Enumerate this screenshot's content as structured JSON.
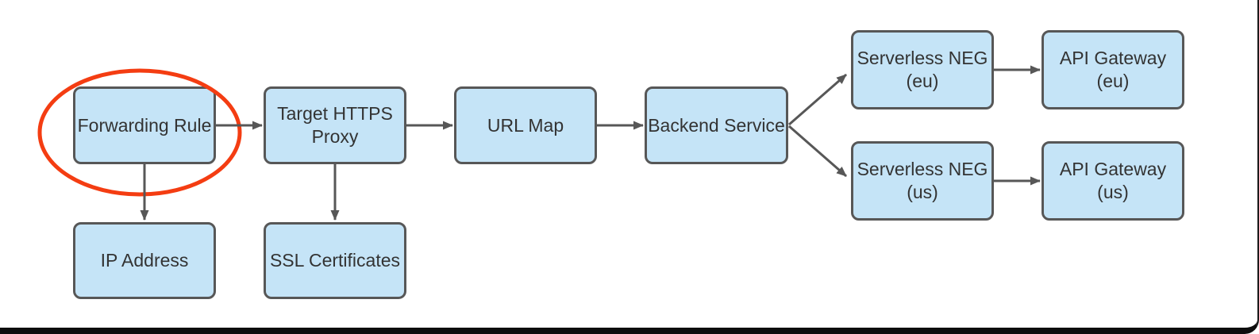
{
  "diagram_type": "flowchart",
  "nodes": [
    {
      "id": "forwarding-rule",
      "label": "Forwarding Rule"
    },
    {
      "id": "target-https-proxy",
      "label": "Target HTTPS\nProxy"
    },
    {
      "id": "url-map",
      "label": "URL Map"
    },
    {
      "id": "backend-service",
      "label": "Backend Service"
    },
    {
      "id": "serverless-neg-eu",
      "label": "Serverless NEG\n(eu)"
    },
    {
      "id": "api-gateway-eu",
      "label": "API Gateway\n(eu)"
    },
    {
      "id": "serverless-neg-us",
      "label": "Serverless NEG\n(us)"
    },
    {
      "id": "api-gateway-us",
      "label": "API Gateway\n(us)"
    },
    {
      "id": "ip-address",
      "label": "IP Address"
    },
    {
      "id": "ssl-certificates",
      "label": "SSL Certificates"
    }
  ],
  "edges": [
    {
      "from": "forwarding-rule",
      "to": "target-https-proxy"
    },
    {
      "from": "target-https-proxy",
      "to": "url-map"
    },
    {
      "from": "url-map",
      "to": "backend-service"
    },
    {
      "from": "backend-service",
      "to": "serverless-neg-eu"
    },
    {
      "from": "backend-service",
      "to": "serverless-neg-us"
    },
    {
      "from": "serverless-neg-eu",
      "to": "api-gateway-eu"
    },
    {
      "from": "serverless-neg-us",
      "to": "api-gateway-us"
    },
    {
      "from": "forwarding-rule",
      "to": "ip-address"
    },
    {
      "from": "target-https-proxy",
      "to": "ssl-certificates"
    }
  ],
  "annotation": {
    "type": "ellipse-highlight",
    "target": "forwarding-rule",
    "color": "#f43d12"
  },
  "colors": {
    "node_fill": "#c5e4f7",
    "node_border": "#575757",
    "arrow": "#575757",
    "text": "#333333",
    "highlight": "#f43d12",
    "window_edge": "#0d0d0d",
    "background": "#ffffff"
  }
}
